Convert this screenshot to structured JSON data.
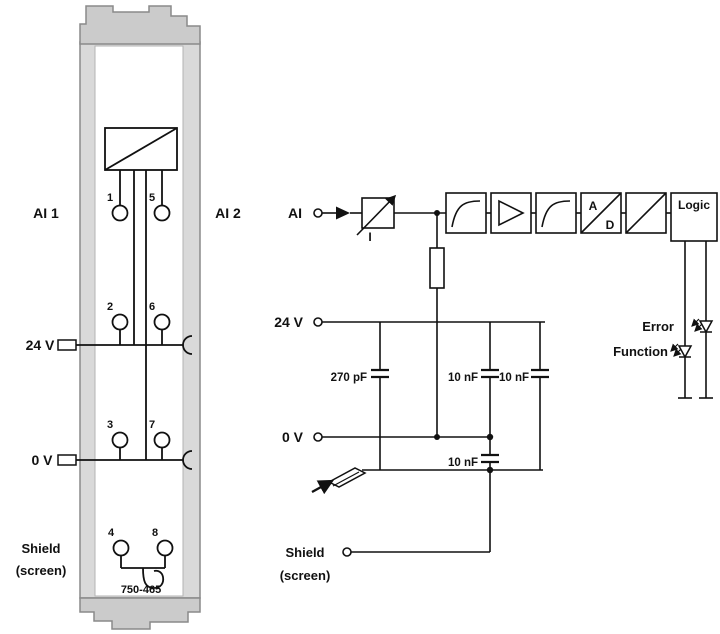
{
  "module": {
    "part_number": "750-465",
    "labels": {
      "ai1": "AI 1",
      "ai2": "AI 2",
      "power_24v": "24 V",
      "power_0v": "0 V",
      "shield": "Shield",
      "screen": "(screen)"
    },
    "terminals": [
      "1",
      "5",
      "2",
      "6",
      "3",
      "7",
      "4",
      "8"
    ]
  },
  "schematic": {
    "labels": {
      "ai": "AI",
      "power_24v": "24 V",
      "power_0v": "0 V",
      "shield": "Shield",
      "screen": "(screen)",
      "current_limiter": "I"
    },
    "capacitors": {
      "c270": "270 pF",
      "c10_top_left": "10 nF",
      "c10_top_right": "10 nF",
      "c10_bottom": "10 nF"
    },
    "blocks": {
      "adc_a": "A",
      "adc_d": "D",
      "logic": "Logic"
    },
    "leds": {
      "error": "Error",
      "function": "Function"
    }
  },
  "colors": {
    "line": "#111111",
    "module_fill": "#d9d9d9",
    "module_cap_fill": "#cbcbcb",
    "module_stroke": "#8a8a8a",
    "background": "#ffffff"
  }
}
